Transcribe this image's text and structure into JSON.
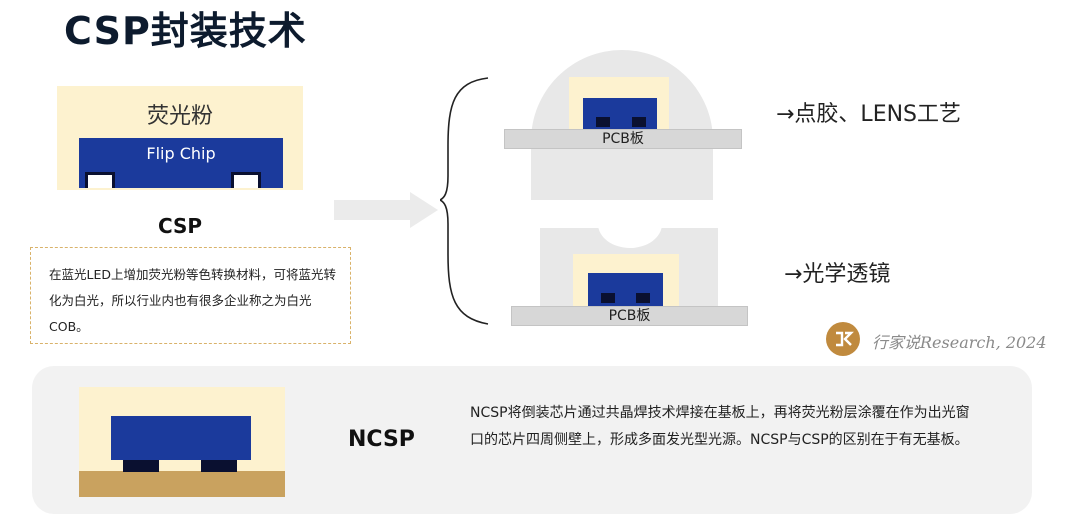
{
  "title": "CSP封装技术",
  "csp": {
    "phosphor_label": "荧光粉",
    "chip_label": "Flip Chip",
    "name": "CSP",
    "description": "在蓝光LED上增加荧光粉等色转换材料，可将蓝光转化为白光，所以行业内也有很多企业称之为白光COB。"
  },
  "options": [
    {
      "label": "→点胶、LENS工艺",
      "pcb_label": "PCB板"
    },
    {
      "label": "→光学透镜",
      "pcb_label": "PCB板"
    }
  ],
  "watermark": "行家说Research, 2024",
  "ncsp": {
    "name": "NCSP",
    "description": "NCSP将倒装芯片通过共晶焊技术焊接在基板上，再将荧光粉层涂覆在作为出光窗口的芯片四周侧壁上，形成多面发光型光源。NCSP与CSP的区别在于有无基板。"
  },
  "colors": {
    "phosphor": "#fdf2cf",
    "chip_blue": "#1b3a9c",
    "pad_dark": "#0a1030",
    "substrate": "#c9a25f",
    "pcb_gray": "#d7d7d7",
    "accent_gold": "#c08a3e"
  }
}
